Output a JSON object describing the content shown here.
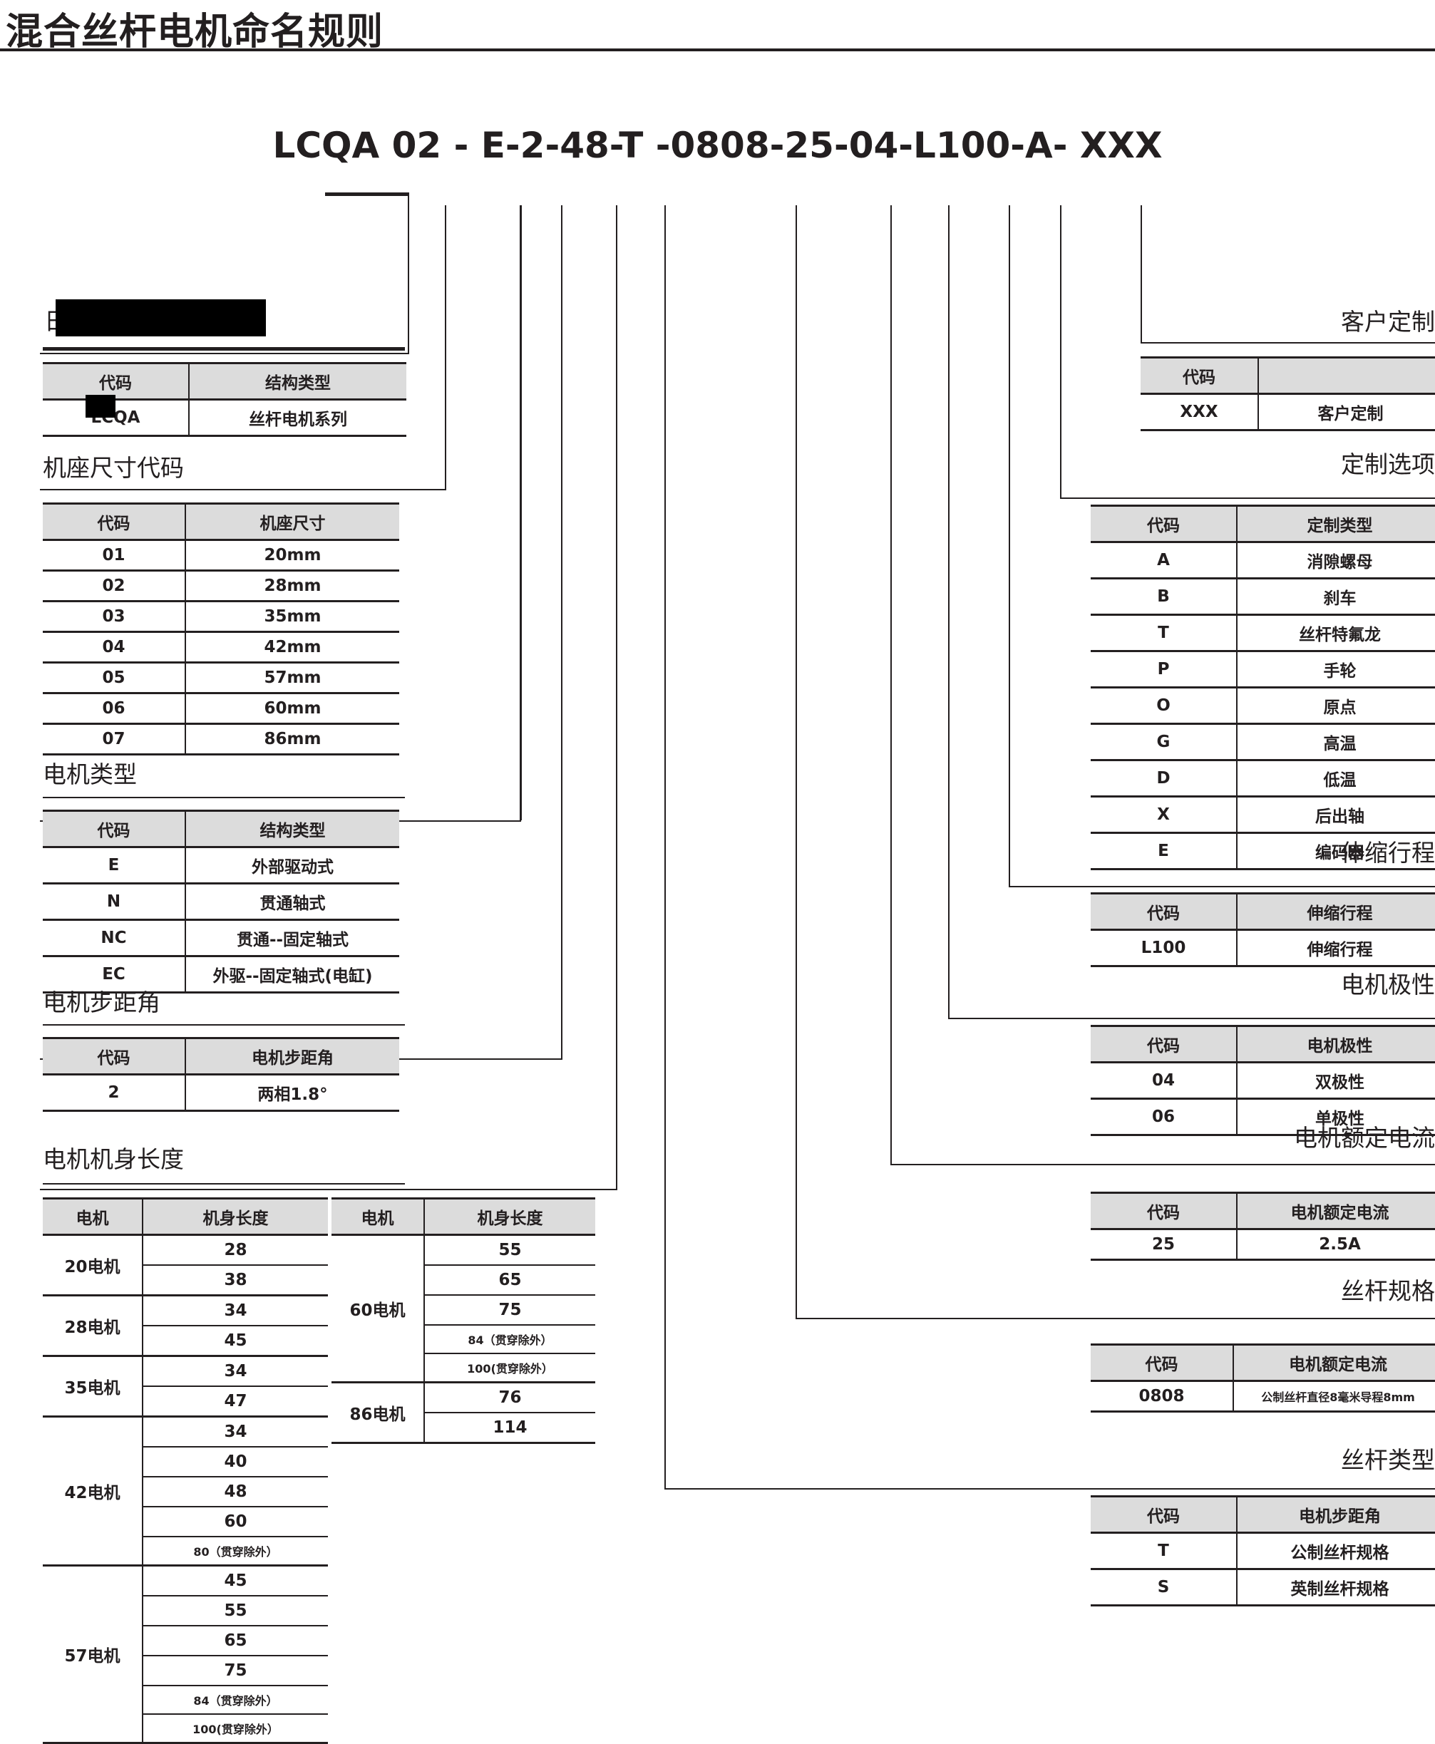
{
  "document": {
    "title": "混合丝杆电机命名规则",
    "model_code": "LCQA 02 - E-2-48-T -0808-25-04-L100-A- XXX"
  },
  "common": {
    "code_header": "代码",
    "blank_header": ""
  },
  "left": {
    "series": {
      "caption_redacted": true,
      "headers": [
        "代码",
        "结构类型"
      ],
      "rows": [
        [
          "LCQA",
          "丝杆电机系列"
        ]
      ]
    },
    "frame_size": {
      "caption": "机座尺寸代码",
      "headers": [
        "代码",
        "机座尺寸"
      ],
      "rows": [
        [
          "01",
          "20mm"
        ],
        [
          "02",
          "28mm"
        ],
        [
          "03",
          "35mm"
        ],
        [
          "04",
          "42mm"
        ],
        [
          "05",
          "57mm"
        ],
        [
          "06",
          "60mm"
        ],
        [
          "07",
          "86mm"
        ]
      ]
    },
    "motor_type": {
      "caption": "电机类型",
      "headers": [
        "代码",
        "结构类型"
      ],
      "rows": [
        [
          "E",
          "外部驱动式"
        ],
        [
          "N",
          "贯通轴式"
        ],
        [
          "NC",
          "贯通--固定轴式"
        ],
        [
          "EC",
          "外驱--固定轴式(电缸)"
        ]
      ]
    },
    "step_angle": {
      "caption": "电机步距角",
      "headers": [
        "代码",
        "电机步距角"
      ],
      "rows": [
        [
          "2",
          "两相1.8°"
        ]
      ]
    },
    "body_length": {
      "caption": "电机机身长度",
      "headers": [
        "电机",
        "机身长度"
      ],
      "groups_left": [
        {
          "motor": "20电机",
          "lengths": [
            "28",
            "38"
          ]
        },
        {
          "motor": "28电机",
          "lengths": [
            "34",
            "45"
          ]
        },
        {
          "motor": "35电机",
          "lengths": [
            "34",
            "47"
          ]
        },
        {
          "motor": "42电机",
          "lengths": [
            "34",
            "40",
            "48",
            "60",
            "80（贯穿除外）"
          ]
        },
        {
          "motor": "57电机",
          "lengths": [
            "45",
            "55",
            "65",
            "75",
            "84（贯穿除外）",
            "100(贯穿除外）"
          ]
        }
      ],
      "groups_right": [
        {
          "motor": "60电机",
          "lengths": [
            "55",
            "65",
            "75",
            "84（贯穿除外）",
            "100(贯穿除外）"
          ]
        },
        {
          "motor": "86电机",
          "lengths": [
            "76",
            "114"
          ]
        }
      ]
    }
  },
  "right": {
    "custom_made": {
      "caption": "客户定制",
      "headers": [
        "代码",
        ""
      ],
      "rows": [
        [
          "XXX",
          "客户定制"
        ]
      ]
    },
    "custom_options": {
      "caption": "定制选项",
      "headers": [
        "代码",
        "定制类型"
      ],
      "rows": [
        [
          "A",
          "消隙螺母"
        ],
        [
          "B",
          "刹车"
        ],
        [
          "T",
          "丝杆特氟龙"
        ],
        [
          "P",
          "手轮"
        ],
        [
          "O",
          "原点"
        ],
        [
          "G",
          "高温"
        ],
        [
          "D",
          "低温"
        ],
        [
          "X",
          "后出轴"
        ],
        [
          "E",
          "编码器"
        ]
      ]
    },
    "stroke": {
      "caption": "伸缩行程",
      "headers": [
        "代码",
        "伸缩行程"
      ],
      "rows": [
        [
          "L100",
          "伸缩行程"
        ]
      ]
    },
    "polarity": {
      "caption": "电机极性",
      "headers": [
        "代码",
        "电机极性"
      ],
      "rows": [
        [
          "04",
          "双极性"
        ],
        [
          "06",
          "单极性"
        ]
      ]
    },
    "rated_current": {
      "caption": "电机额定电流",
      "headers": [
        "代码",
        "电机额定电流"
      ],
      "rows": [
        [
          "25",
          "2.5A"
        ]
      ]
    },
    "screw_spec": {
      "caption": "丝杆规格",
      "headers": [
        "代码",
        "电机额定电流"
      ],
      "rows": [
        [
          "0808",
          "公制丝杆直径8毫米导程8mm"
        ]
      ]
    },
    "screw_type": {
      "caption": "丝杆类型",
      "headers": [
        "代码",
        "电机步距角"
      ],
      "rows": [
        [
          "T",
          "公制丝杆规格"
        ],
        [
          "S",
          "英制丝杆规格"
        ]
      ]
    }
  },
  "colors": {
    "ink": "#231f20",
    "header_fill": "#dcdcdc",
    "redaction": "#000000"
  }
}
